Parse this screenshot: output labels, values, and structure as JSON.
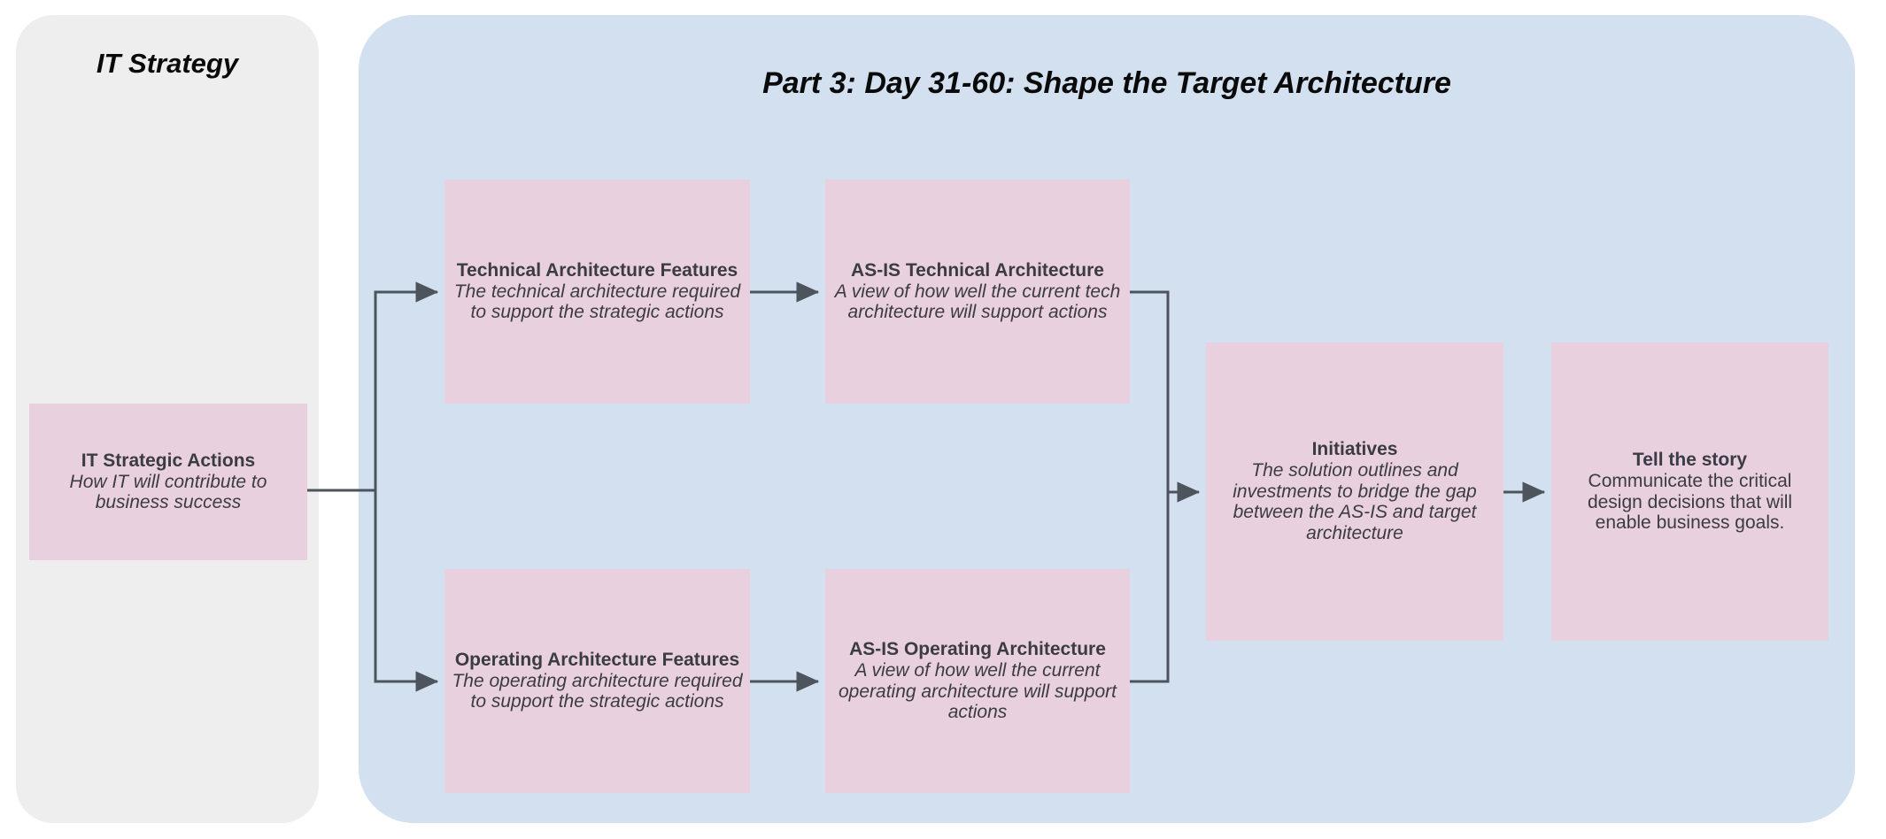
{
  "diagram": {
    "type": "flowchart",
    "panels": [
      {
        "id": "it-strategy",
        "title": "IT Strategy",
        "color": "#eeeeee"
      },
      {
        "id": "part3",
        "title": "Part 3: Day 31-60: Shape the Target Architecture",
        "color": "#d2e0f0"
      }
    ],
    "node_color": "#e9d0de",
    "connector_color": "#4d545c",
    "nodes": [
      {
        "id": "it-strategic-actions",
        "heading": "IT Strategic Actions",
        "body": "How IT will contribute to business success",
        "body_italic": true
      },
      {
        "id": "technical-architecture-features",
        "heading": "Technical Architecture Features",
        "body": "The technical architecture required to support the strategic actions",
        "body_italic": true
      },
      {
        "id": "as-is-technical-architecture",
        "heading": "AS-IS Technical Architecture",
        "body": "A view of how well the current tech architecture will support actions",
        "body_italic": true
      },
      {
        "id": "operating-architecture-features",
        "heading": "Operating Architecture Features",
        "body": "The operating architecture required to support the strategic actions",
        "body_italic": true
      },
      {
        "id": "as-is-operating-architecture",
        "heading": "AS-IS Operating Architecture",
        "body": "A view of how well the current operating architecture will support actions",
        "body_italic": true
      },
      {
        "id": "initiatives",
        "heading": "Initiatives",
        "body": "The solution outlines and investments to bridge the gap between the AS-IS and target architecture",
        "body_italic": true
      },
      {
        "id": "tell-the-story",
        "heading": "Tell the story",
        "body": "Communicate the critical design decisions that will enable business goals.",
        "body_italic": false
      }
    ],
    "edges": [
      {
        "from": "it-strategic-actions",
        "to": "technical-architecture-features"
      },
      {
        "from": "it-strategic-actions",
        "to": "operating-architecture-features"
      },
      {
        "from": "technical-architecture-features",
        "to": "as-is-technical-architecture"
      },
      {
        "from": "operating-architecture-features",
        "to": "as-is-operating-architecture"
      },
      {
        "from": "as-is-technical-architecture",
        "to": "initiatives"
      },
      {
        "from": "as-is-operating-architecture",
        "to": "initiatives"
      },
      {
        "from": "initiatives",
        "to": "tell-the-story"
      }
    ]
  }
}
